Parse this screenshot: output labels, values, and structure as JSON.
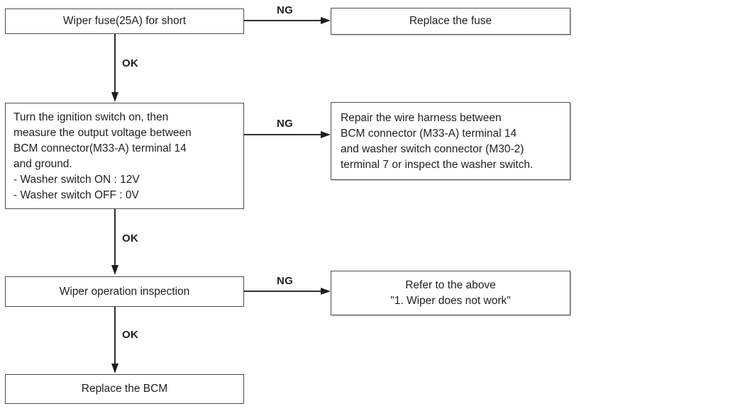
{
  "flowchart": {
    "connector_labels": {
      "ok": "OK",
      "ng": "NG"
    },
    "nodes": {
      "fuse_check": {
        "text": "Wiper fuse(25A) for short"
      },
      "replace_fuse": {
        "text": "Replace the fuse"
      },
      "voltage_check": {
        "text": "Turn the ignition switch on, then\nmeasure the output voltage between\nBCM connector(M33-A) terminal 14\nand ground.\n- Washer switch ON : 12V\n- Washer switch OFF : 0V"
      },
      "repair_harness": {
        "text": "Repair the wire harness between\nBCM connector (M33-A) terminal 14\nand washer switch connector (M30-2)\nterminal 7 or inspect the washer switch."
      },
      "wiper_inspection": {
        "text": "Wiper operation inspection"
      },
      "refer_above": {
        "text": "Refer to the above\n\"1. Wiper does not work\""
      },
      "replace_bcm": {
        "text": "Replace the BCM"
      }
    },
    "colors": {
      "line": "#2e2e2e",
      "border": "#4d4d4d",
      "text": "#1f1f1f",
      "background": "#ffffff"
    }
  }
}
